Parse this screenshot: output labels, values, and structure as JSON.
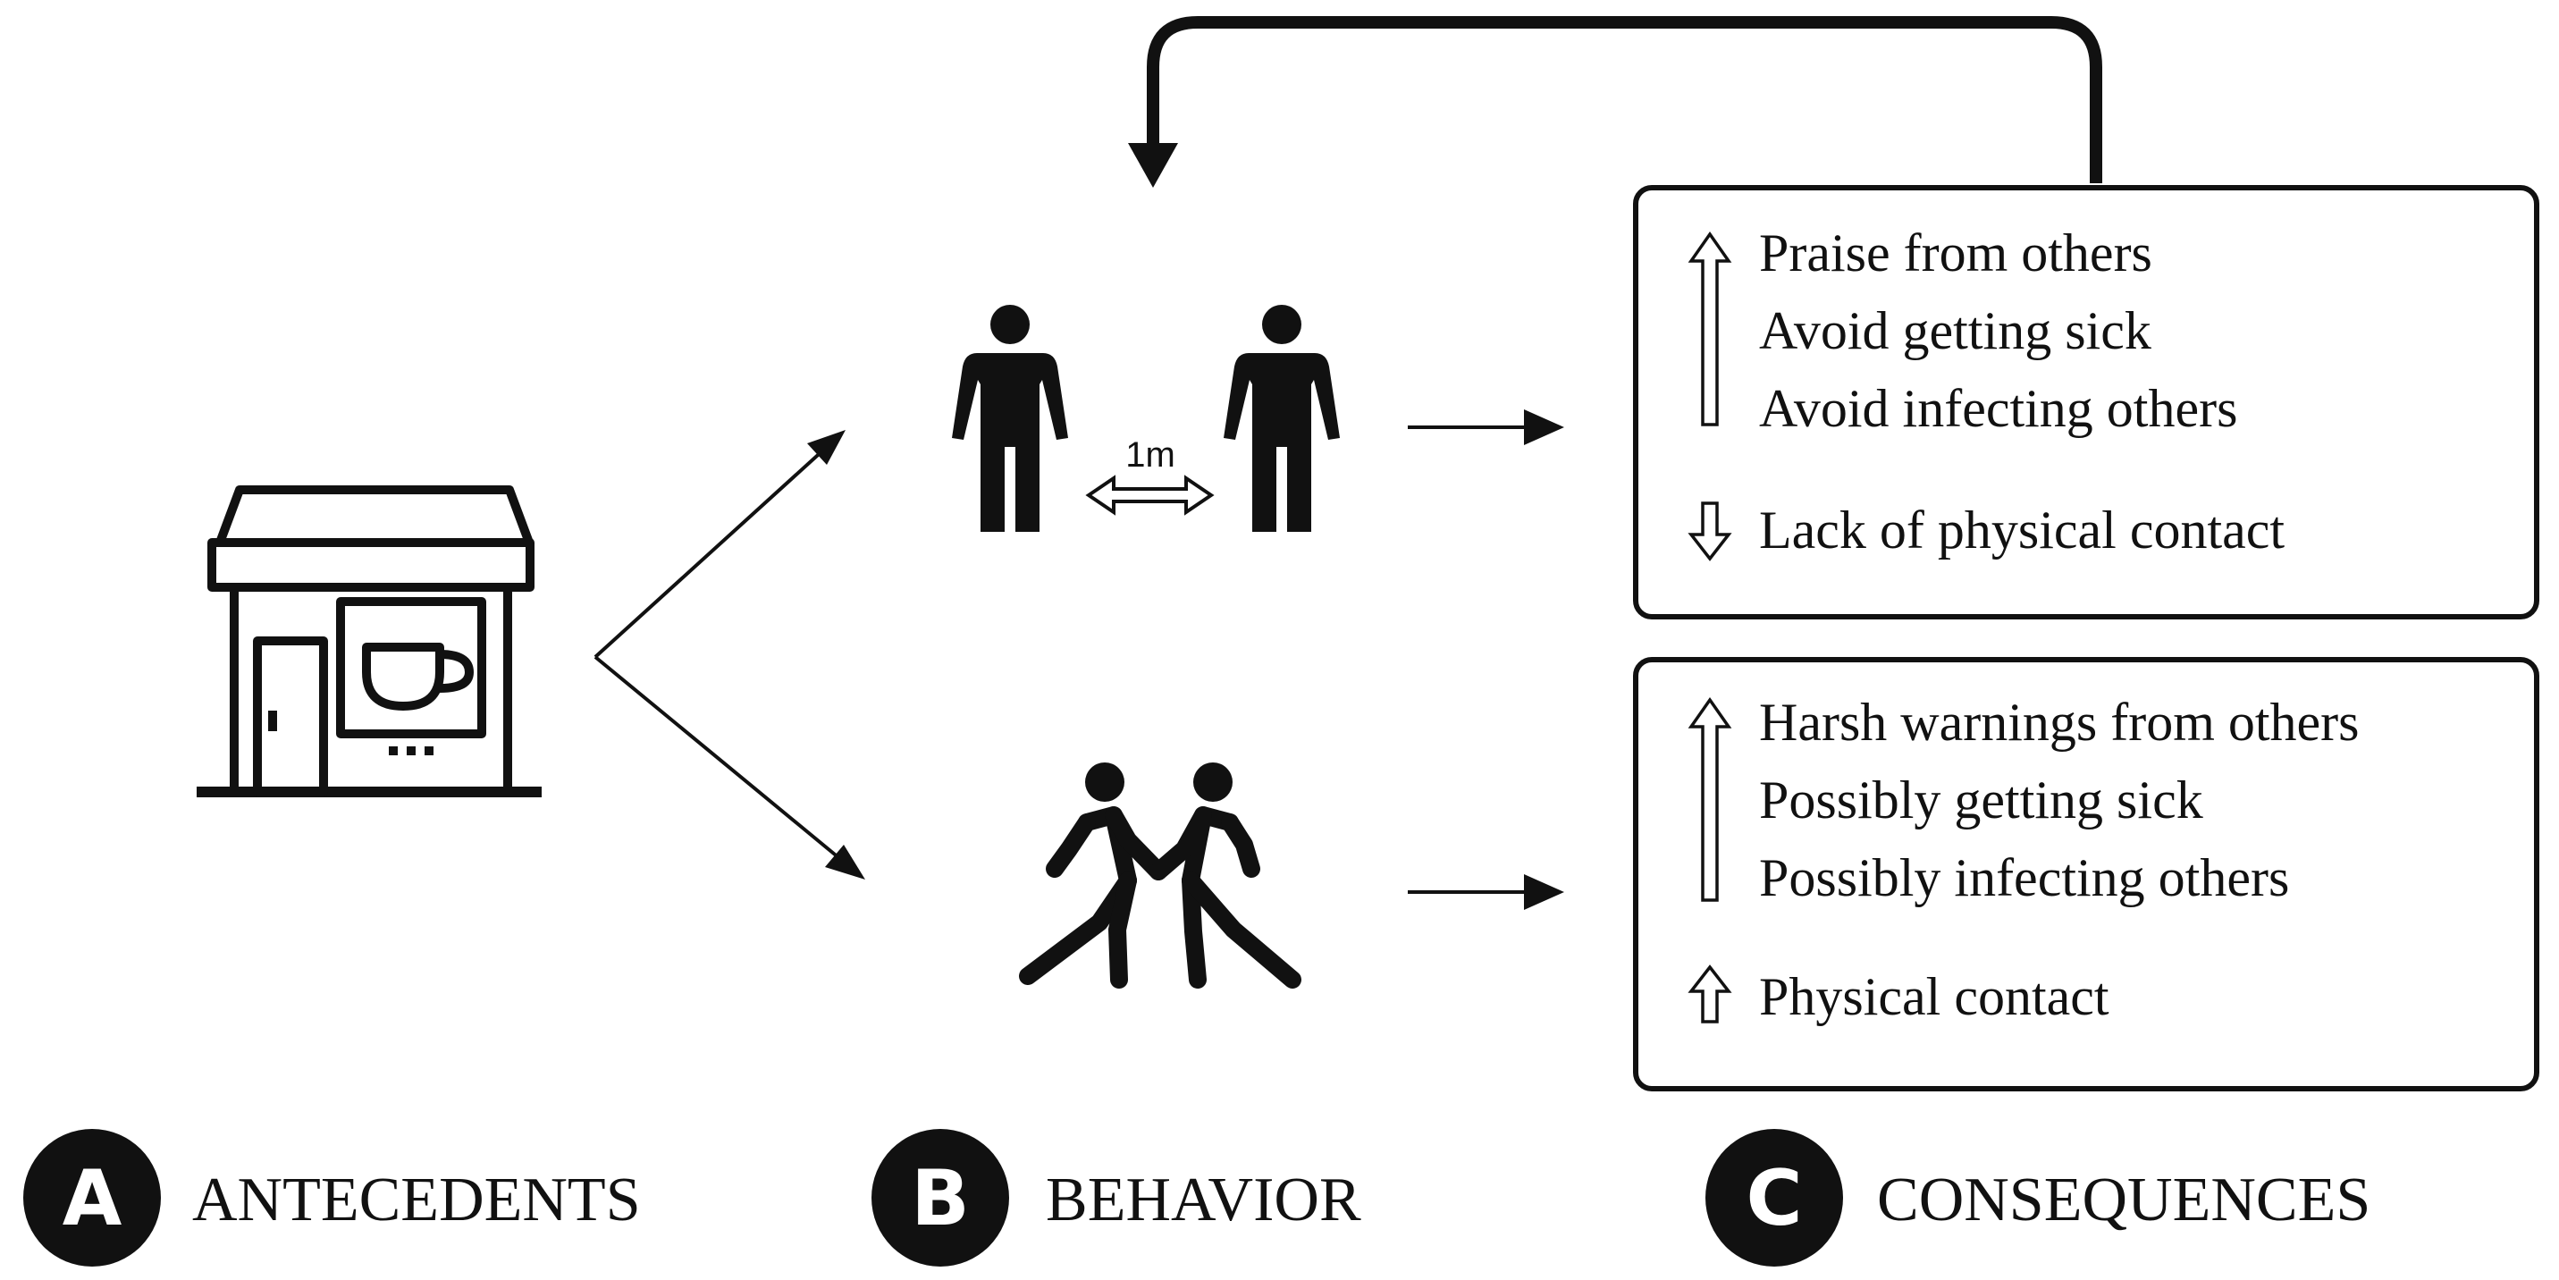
{
  "behaviors": {
    "distancing": {
      "distance_label": "1m"
    },
    "contact": {}
  },
  "consequences": {
    "distancing": {
      "increase_items": [
        "Praise from others",
        "Avoid getting sick",
        "Avoid infecting others"
      ],
      "decrease_items": [
        "Lack of physical contact"
      ]
    },
    "contact": {
      "increase_items": [
        "Harsh warnings from others",
        "Possibly getting sick",
        "Possibly infecting others"
      ],
      "increase_items_2": [
        "Physical contact"
      ]
    }
  },
  "legend": {
    "antecedents": {
      "letter": "A",
      "label": "ANTECEDENTS"
    },
    "behavior": {
      "letter": "B",
      "label": "BEHAVIOR"
    },
    "consequences": {
      "letter": "C",
      "label": "CONSEQUENCES"
    }
  },
  "icons": {
    "antecedent": "coffee-shop-icon",
    "behavior_distancing": "two-people-distancing-icon",
    "behavior_contact": "two-people-contact-icon"
  },
  "colors": {
    "ink": "#111111",
    "background": "#ffffff"
  }
}
